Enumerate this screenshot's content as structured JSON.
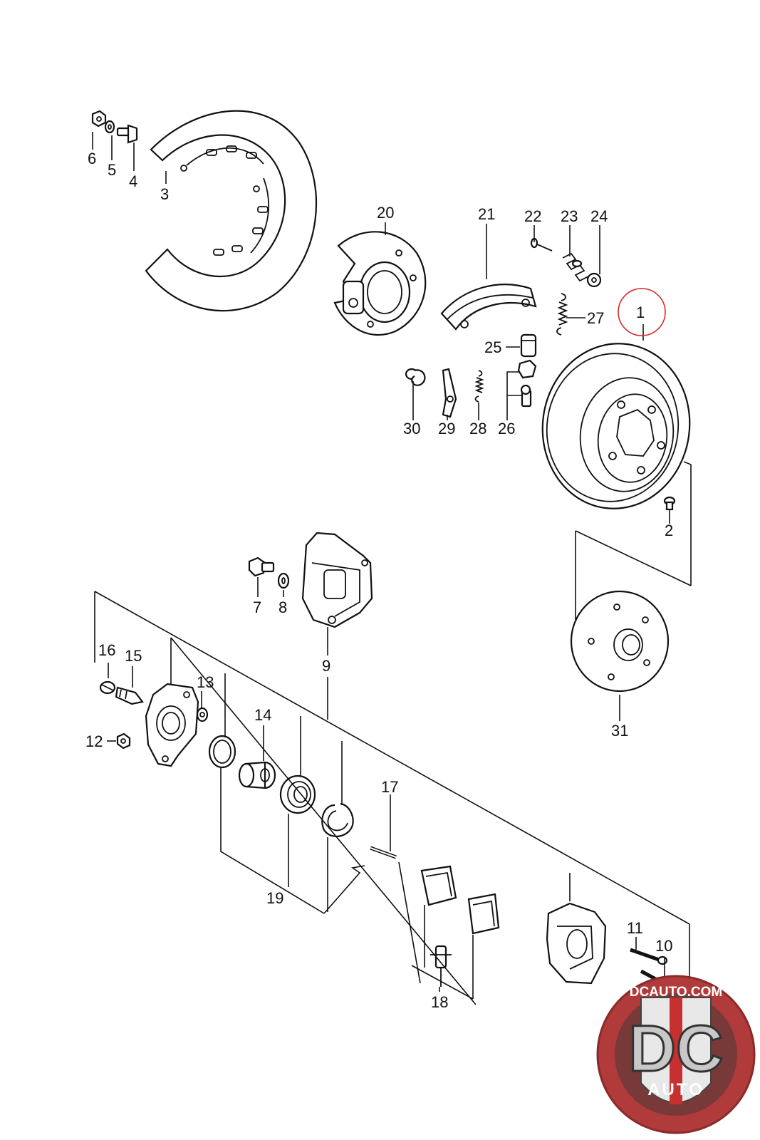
{
  "callouts": [
    {
      "id": "1",
      "label": "1",
      "highlighted": true
    },
    {
      "id": "2",
      "label": "2"
    },
    {
      "id": "3",
      "label": "3"
    },
    {
      "id": "4",
      "label": "4"
    },
    {
      "id": "5",
      "label": "5"
    },
    {
      "id": "6",
      "label": "6"
    },
    {
      "id": "7",
      "label": "7"
    },
    {
      "id": "8",
      "label": "8"
    },
    {
      "id": "9",
      "label": "9"
    },
    {
      "id": "10",
      "label": "10"
    },
    {
      "id": "11",
      "label": "11"
    },
    {
      "id": "12",
      "label": "12"
    },
    {
      "id": "13",
      "label": "13"
    },
    {
      "id": "14",
      "label": "14"
    },
    {
      "id": "15",
      "label": "15"
    },
    {
      "id": "16",
      "label": "16"
    },
    {
      "id": "17",
      "label": "17"
    },
    {
      "id": "18",
      "label": "18"
    },
    {
      "id": "19",
      "label": "19"
    },
    {
      "id": "20",
      "label": "20"
    },
    {
      "id": "21",
      "label": "21"
    },
    {
      "id": "22",
      "label": "22"
    },
    {
      "id": "23",
      "label": "23"
    },
    {
      "id": "24",
      "label": "24"
    },
    {
      "id": "25",
      "label": "25"
    },
    {
      "id": "26",
      "label": "26"
    },
    {
      "id": "27",
      "label": "27"
    },
    {
      "id": "28",
      "label": "28"
    },
    {
      "id": "29",
      "label": "29"
    },
    {
      "id": "30",
      "label": "30"
    },
    {
      "id": "31",
      "label": "31"
    }
  ],
  "highlight_color": "#d42a2a",
  "watermark": {
    "site": "DCAUTO.COM",
    "mark": "DC",
    "sub": "AUTO",
    "ring_color": "#b13a3a"
  }
}
